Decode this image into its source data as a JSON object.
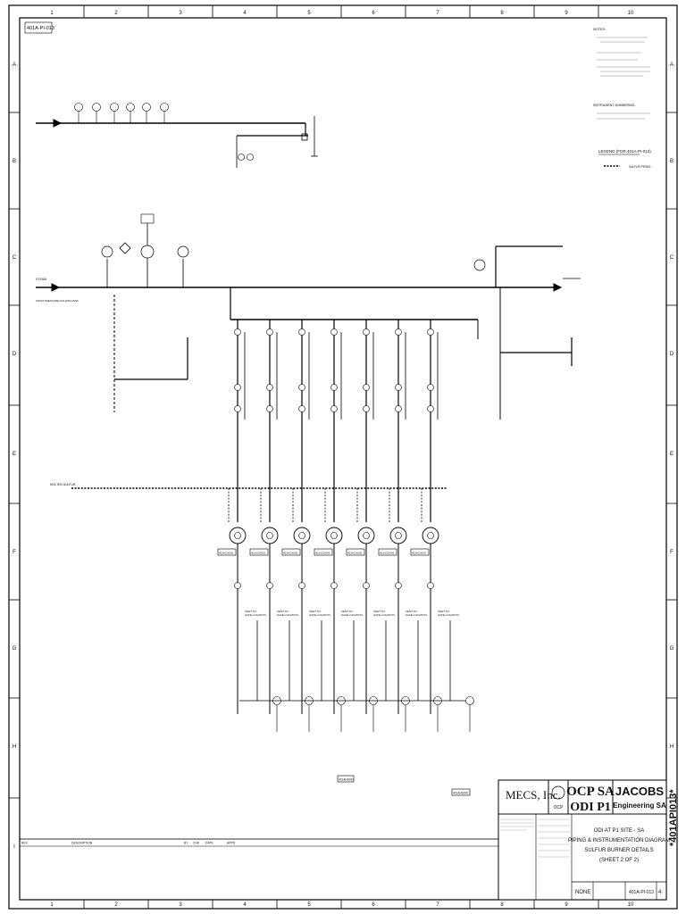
{
  "drawing_id": "401A-PI-013",
  "columns": [
    "1",
    "2",
    "3",
    "4",
    "5",
    "6",
    "7",
    "8",
    "9",
    "10"
  ],
  "rows": [
    "A",
    "B",
    "C",
    "D",
    "E",
    "F",
    "G",
    "H",
    "I"
  ],
  "notes_title": "NOTES:",
  "instrument_numbering_title": "INSTRUMENT NUMBERING:",
  "legend_title": "LEGEND (FOR 401A-PI-013)",
  "legend_line_label": "SULFUR PIPING",
  "sulfur_feed_label": "MOLTEN SULFUR",
  "burner_tags": [
    "401ACN001",
    "401ACN002",
    "401ACN003",
    "401ACN004",
    "401ACN005",
    "401ACN006",
    "401ACN007"
  ],
  "vent_label": "VENT TO",
  "vent_label_2": "SAFE LOCATION",
  "bottom_tag": "401AHS010",
  "mid_tag": "401AHS020",
  "company": {
    "mecs": "MECS, Inc.",
    "ocp_line1": "OCP SA",
    "ocp_line2": "ODI P1",
    "jacobs": "JACOBS",
    "jacobs_sub": "Engineering SA",
    "ocp_logo": "OCP"
  },
  "title_block": {
    "line1": "ODI AT P1 SITE - SA",
    "line2": "PIPING & INSTRUMENTATION DIAGRAM",
    "line3": "SULFUR BURNER DETAILS",
    "line4": "(SHEET 2 OF 2)"
  },
  "scale": "NONE",
  "drawing_no": "401A-PI-013",
  "rev_no": "4",
  "header_labels": {
    "rev": "REV",
    "description": "DESCRIPTION",
    "by": "BY",
    "chk": "CHK",
    "date": "DATE",
    "appd": "APPD"
  },
  "side_stamp": "*401API013*"
}
